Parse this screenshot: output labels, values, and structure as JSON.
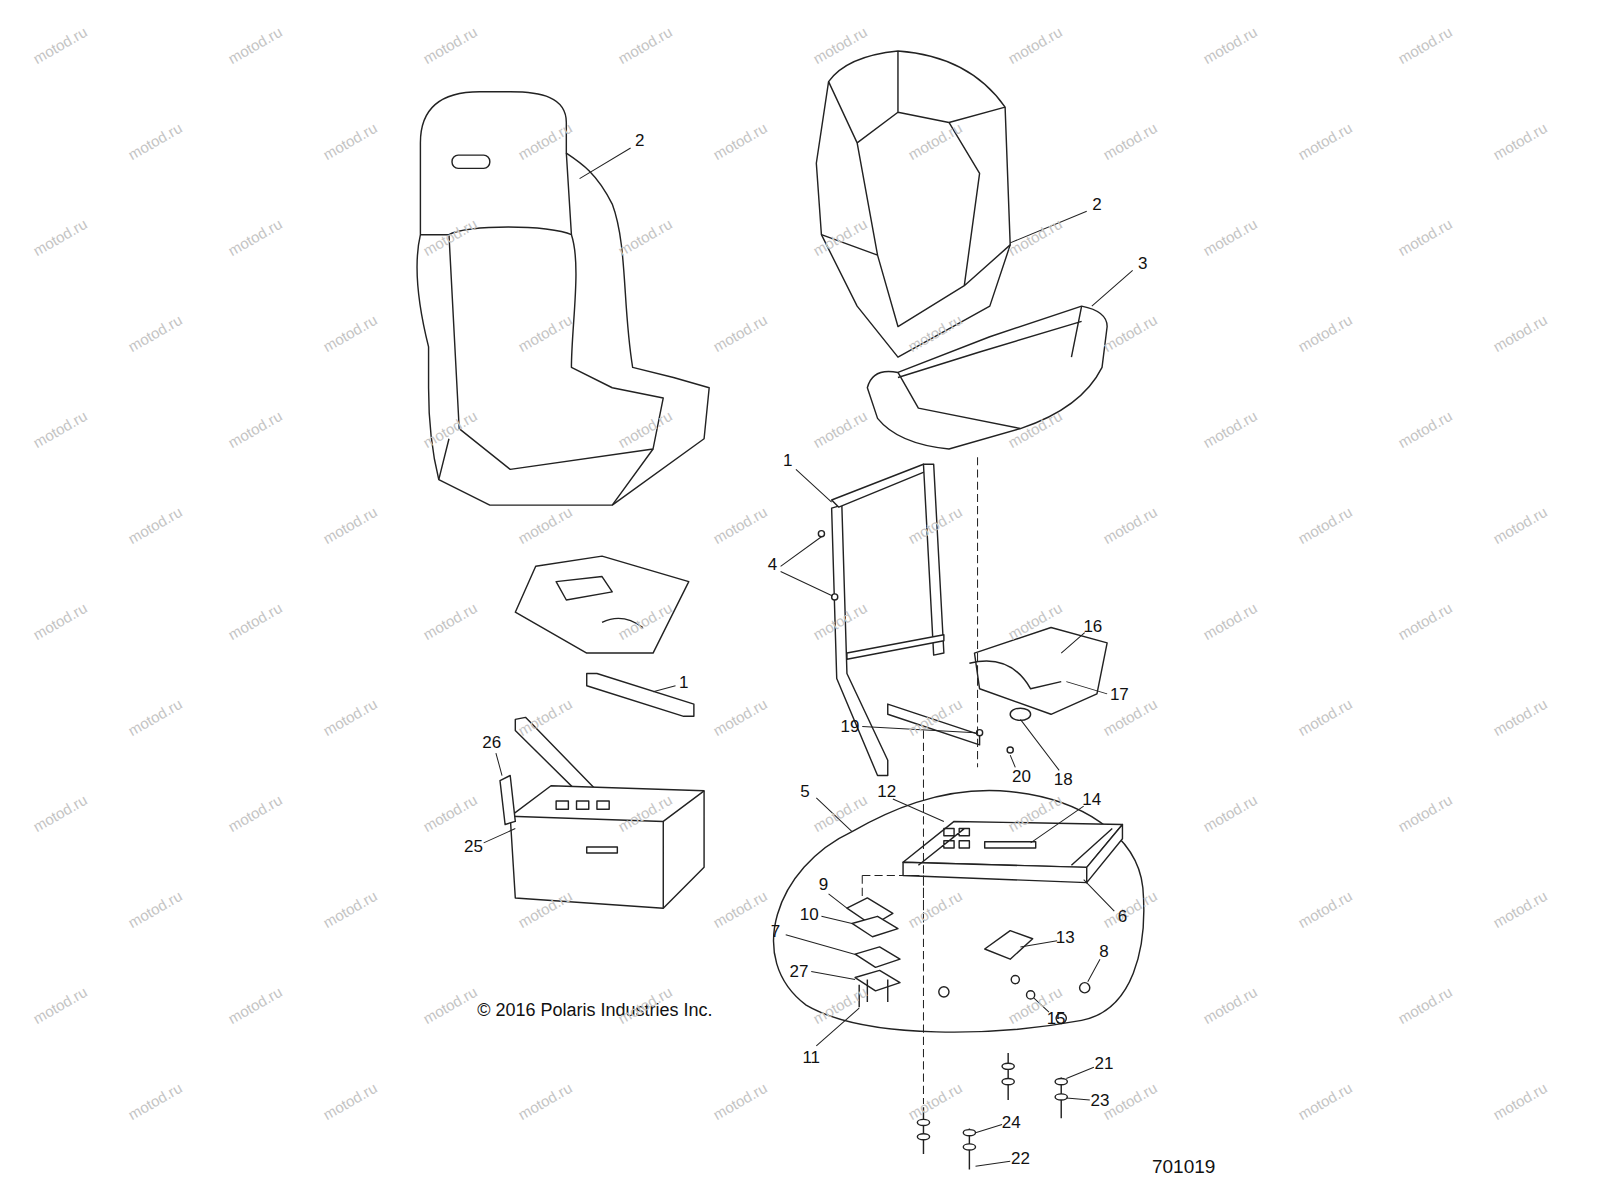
{
  "diagram": {
    "labels": [
      "2",
      "2",
      "3",
      "1",
      "4",
      "16",
      "17",
      "1",
      "19",
      "20",
      "18",
      "26",
      "25",
      "5",
      "12",
      "14",
      "6",
      "9",
      "10",
      "7",
      "27",
      "13",
      "8",
      "15",
      "11",
      "21",
      "23",
      "24",
      "22",
      "© 2016 Polaris Industries Inc.",
      "701019",
      "motod.ru",
      "motod.ru",
      "motod.ru",
      "motod.ru",
      "motod.ru",
      "motod.ru",
      "motod.ru",
      "motod.ru",
      "motod.ru",
      "motod.ru",
      "motod.ru",
      "motod.ru",
      "motod.ru",
      "motod.ru",
      "motod.ru",
      "motod.ru",
      "motod.ru",
      "motod.ru",
      "motod.ru",
      "motod.ru",
      "motod.ru",
      "motod.ru",
      "motod.ru",
      "motod.ru",
      "motod.ru",
      "motod.ru",
      "motod.ru",
      "motod.ru",
      "motod.ru",
      "motod.ru",
      "motod.ru",
      "motod.ru",
      "motod.ru",
      "motod.ru",
      "motod.ru",
      "motod.ru",
      "motod.ru",
      "motod.ru",
      "motod.ru",
      "motod.ru",
      "motod.ru",
      "motod.ru",
      "motod.ru",
      "motod.ru",
      "motod.ru",
      "motod.ru",
      "motod.ru",
      "motod.ru",
      "motod.ru",
      "motod.ru",
      "motod.ru",
      "motod.ru",
      "motod.ru",
      "motod.ru",
      "motod.ru",
      "motod.ru",
      "motod.ru",
      "motod.ru",
      "motod.ru",
      "motod.ru",
      "motod.ru",
      "motod.ru",
      "motod.ru",
      "motod.ru",
      "motod.ru",
      "motod.ru",
      "motod.ru",
      "motod.ru",
      "motod.ru",
      "motod.ru",
      "motod.ru",
      "motod.ru",
      "motod.ru",
      "motod.ru",
      "motod.ru",
      "motod.ru",
      "motod.ru",
      "motod.ru",
      "motod.ru",
      "motod.ru",
      "motod.ru",
      "motod.ru",
      "motod.ru",
      "motod.ru",
      "motod.ru",
      "motod.ru",
      "motod.ru",
      "motod.ru",
      "motod.ru",
      "motod.ru",
      "motod.ru",
      "motod.ru",
      "motod.ru",
      "motod.ru",
      "motod.ru",
      "motod.ru"
    ]
  }
}
